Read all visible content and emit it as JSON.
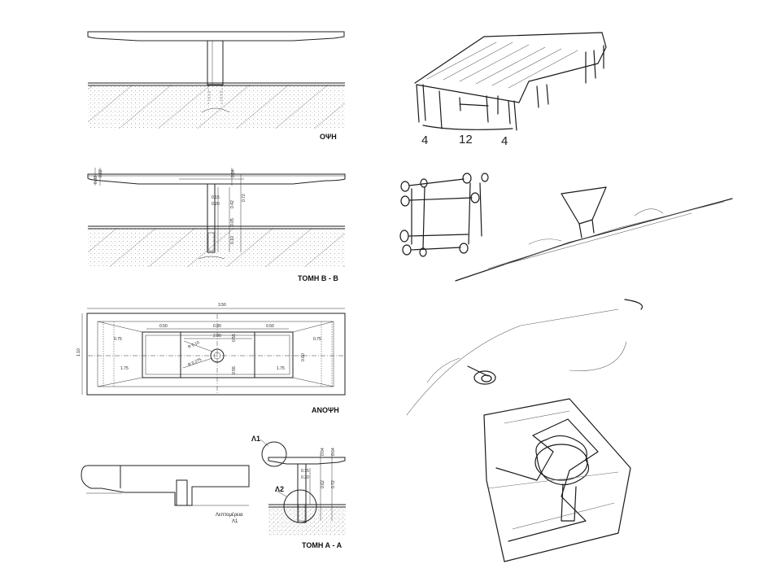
{
  "drawings": {
    "elevation": {
      "title": "ΟΨΗ"
    },
    "section_bb": {
      "title": "ΤΟΜΗ Β - Β",
      "dims": [
        "0.03",
        "0.02",
        "0.04",
        "0.15",
        "0.20",
        "0.05",
        "0.42",
        "0.72",
        "0.10"
      ]
    },
    "plan": {
      "title": "ΑΝΟΨΗ",
      "dims": {
        "overall_length": "3.50",
        "overall_width": "1.10",
        "left_top": "0.50",
        "centre_top": "0.90",
        "right_top": "0.50",
        "centre_width": "2.00",
        "left_side": "0.75",
        "right_side": "0.75",
        "left_bottom": "1.75",
        "right_bottom": "1.75",
        "mid_upper": "0.55",
        "mid_lower": "0.55",
        "mid_right": "0.60",
        "radius_inner": "R 0.10",
        "radius_outer": "R 0.275"
      }
    },
    "detail": {
      "caption_line1": "Λεπτομέρεια",
      "caption_line2": "Λ1"
    },
    "section_aa": {
      "title": "ΤΟΜΗ Α - Α",
      "callout1": "Λ1",
      "callout2": "Λ2",
      "dims": [
        "0.04",
        "0.04",
        "0.15",
        "0.20",
        "0.62",
        "0.72"
      ]
    }
  },
  "sketches": {
    "table_labels": [
      "4",
      "12",
      "4"
    ]
  }
}
